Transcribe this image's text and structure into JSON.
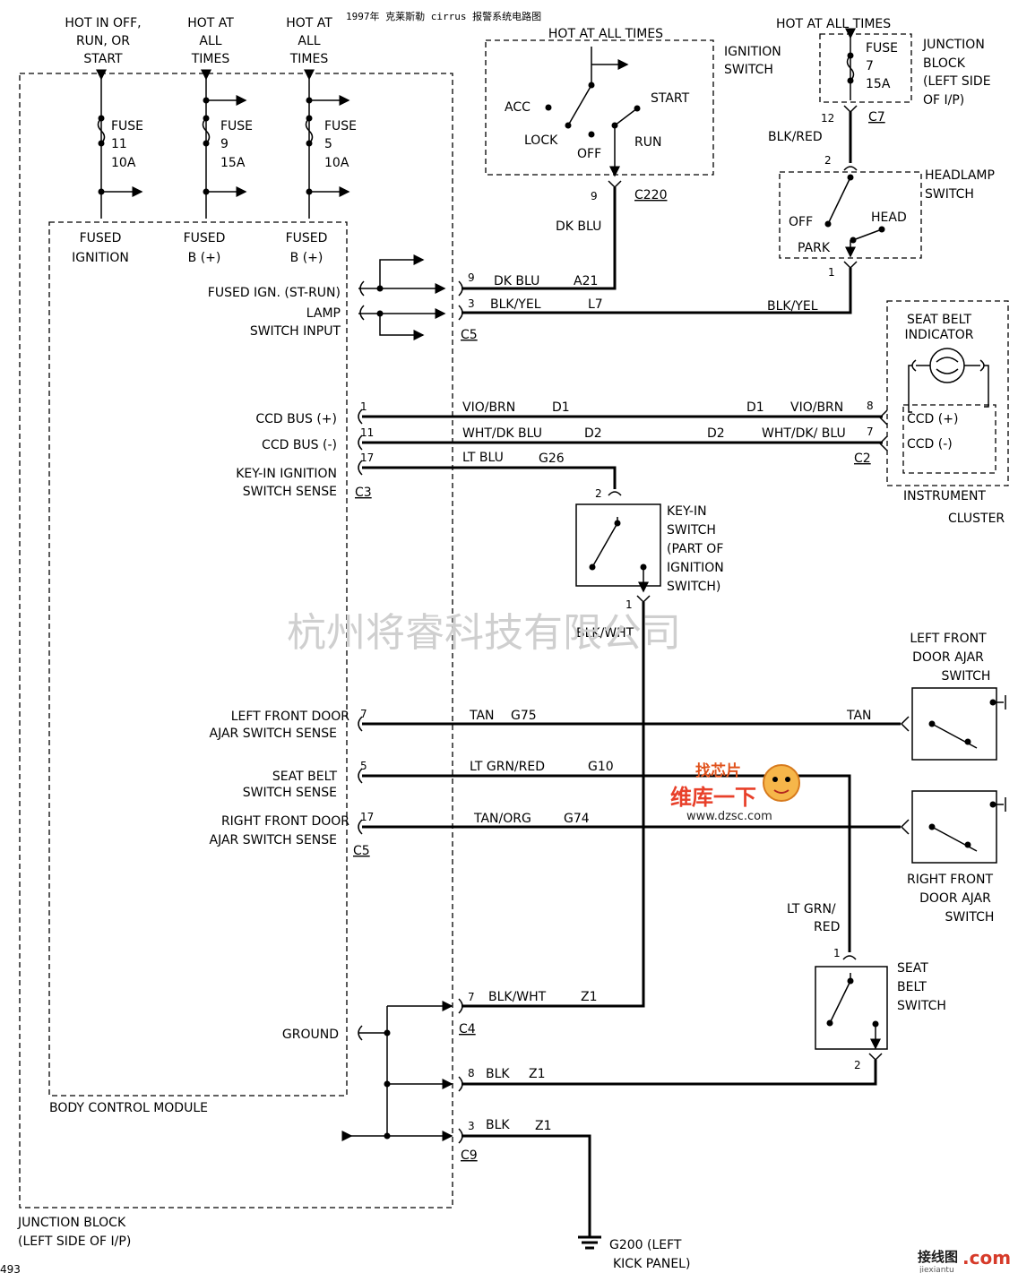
{
  "title": "1997年 克莱斯勒 cirrus 报警系统电路图",
  "watermark": "杭州将睿科技有限公司",
  "brand_logo": {
    "cn": "维库一下",
    "badge": "找芯片",
    "url": "www.dzsc.com"
  },
  "corner_logo": {
    "cn": "接线图",
    "domain": ".com",
    "sub": "jiexiantu"
  },
  "page_id": "493",
  "power_headers": [
    {
      "lines": [
        "HOT IN OFF,",
        "RUN, OR",
        "START"
      ],
      "fuse": [
        "FUSE",
        "11",
        "10A"
      ],
      "label": [
        "FUSED",
        "IGNITION"
      ]
    },
    {
      "lines": [
        "HOT AT",
        "ALL",
        "TIMES"
      ],
      "fuse": [
        "FUSE",
        "9",
        "15A"
      ],
      "label": [
        "FUSED",
        "B (+)"
      ]
    },
    {
      "lines": [
        "HOT AT",
        "ALL",
        "TIMES"
      ],
      "fuse": [
        "FUSE",
        "5",
        "10A"
      ],
      "label": [
        "FUSED",
        "B (+)"
      ]
    }
  ],
  "ignition_switch": {
    "header": "HOT AT ALL TIMES",
    "name": [
      "IGNITION",
      "SWITCH"
    ],
    "positions": {
      "acc": "ACC",
      "lock": "LOCK",
      "off": "OFF",
      "start": "START",
      "run": "RUN"
    },
    "pin": "9",
    "connector": "C220",
    "wire": "DK BLU"
  },
  "junction_fuse": {
    "header": "HOT AT ALL TIMES",
    "fuse": [
      "FUSE",
      "7",
      "15A"
    ],
    "name": [
      "JUNCTION",
      "BLOCK",
      "(LEFT SIDE",
      "OF I/P)"
    ],
    "pin": "12",
    "connector": "C7",
    "wire": "BLK/RED"
  },
  "headlamp_switch": {
    "name": [
      "HEADLAMP",
      "SWITCH"
    ],
    "pin_top": "2",
    "pin_bottom": "1",
    "positions": {
      "off": "OFF",
      "park": "PARK",
      "head": "HEAD"
    },
    "wire_out": "BLK/YEL"
  },
  "seat_belt_indicator": {
    "name": [
      "SEAT BELT",
      "INDICATOR"
    ]
  },
  "instrument_cluster": {
    "name": [
      "INSTRUMENT",
      "CLUSTER"
    ],
    "connector": "C2",
    "pins": [
      {
        "pin": "8",
        "label": "CCD (+)"
      },
      {
        "pin": "7",
        "label": "CCD (-)"
      }
    ]
  },
  "bcm_inputs": [
    {
      "label": [
        "FUSED IGN. (ST-RUN)"
      ],
      "pin": "9",
      "color": "DK BLU",
      "circuit": "A21"
    },
    {
      "label": [
        "LAMP",
        "SWITCH INPUT"
      ],
      "pin": "3",
      "color": "BLK/YEL",
      "circuit": "L7",
      "connector": "C5"
    },
    {
      "label": [
        "CCD BUS (+)"
      ],
      "pin": "1",
      "color": "VIO/BRN",
      "circuit": "D1",
      "far_circuit": "D1",
      "far_color": "VIO/BRN"
    },
    {
      "label": [
        "CCD BUS (-)"
      ],
      "pin": "11",
      "color": "WHT/DK BLU",
      "circuit": "D2",
      "far_circuit": "D2",
      "far_color": "WHT/DK/ BLU"
    },
    {
      "label": [
        "KEY-IN IGNITION",
        "SWITCH SENSE"
      ],
      "pin": "17",
      "color": "LT BLU",
      "circuit": "G26",
      "connector": "C3"
    },
    {
      "label": [
        "LEFT FRONT DOOR",
        "AJAR SWITCH SENSE"
      ],
      "pin": "7",
      "color": "TAN",
      "circuit": "G75",
      "far_color": "TAN"
    },
    {
      "label": [
        "SEAT BELT",
        "SWITCH SENSE"
      ],
      "pin": "5",
      "color": "LT GRN/RED",
      "circuit": "G10"
    },
    {
      "label": [
        "RIGHT FRONT DOOR",
        "AJAR SWITCH SENSE"
      ],
      "pin": "17",
      "color": "TAN/ORG",
      "circuit": "G74",
      "connector": "C5"
    }
  ],
  "key_in_switch": {
    "name": [
      "KEY-IN",
      "SWITCH",
      "(PART OF",
      "IGNITION",
      "SWITCH)"
    ],
    "pin_top": "2",
    "pin_bottom": "1",
    "wire_out": "BLK/WHT"
  },
  "left_door_switch": {
    "name": [
      "LEFT FRONT",
      "DOOR AJAR",
      "SWITCH"
    ]
  },
  "right_door_switch": {
    "name": [
      "RIGHT FRONT",
      "DOOR AJAR",
      "SWITCH"
    ]
  },
  "seat_belt_switch": {
    "name": [
      "SEAT",
      "BELT",
      "SWITCH"
    ],
    "pin_top": "1",
    "pin_bottom": "2",
    "wire_in": [
      "LT GRN/",
      "RED"
    ]
  },
  "ground": {
    "label": "GROUND",
    "rows": [
      {
        "pin": "7",
        "color": "BLK/WHT",
        "circuit": "Z1",
        "connector": "C4"
      },
      {
        "pin": "8",
        "color": "BLK",
        "circuit": "Z1"
      },
      {
        "pin": "3",
        "color": "BLK",
        "circuit": "Z1",
        "connector": "C9"
      }
    ],
    "point": [
      "G200  (LEFT",
      "KICK PANEL)"
    ]
  },
  "module_labels": {
    "bcm": "BODY CONTROL MODULE",
    "junction_block": [
      "JUNCTION BLOCK",
      "(LEFT SIDE OF I/P)"
    ]
  }
}
